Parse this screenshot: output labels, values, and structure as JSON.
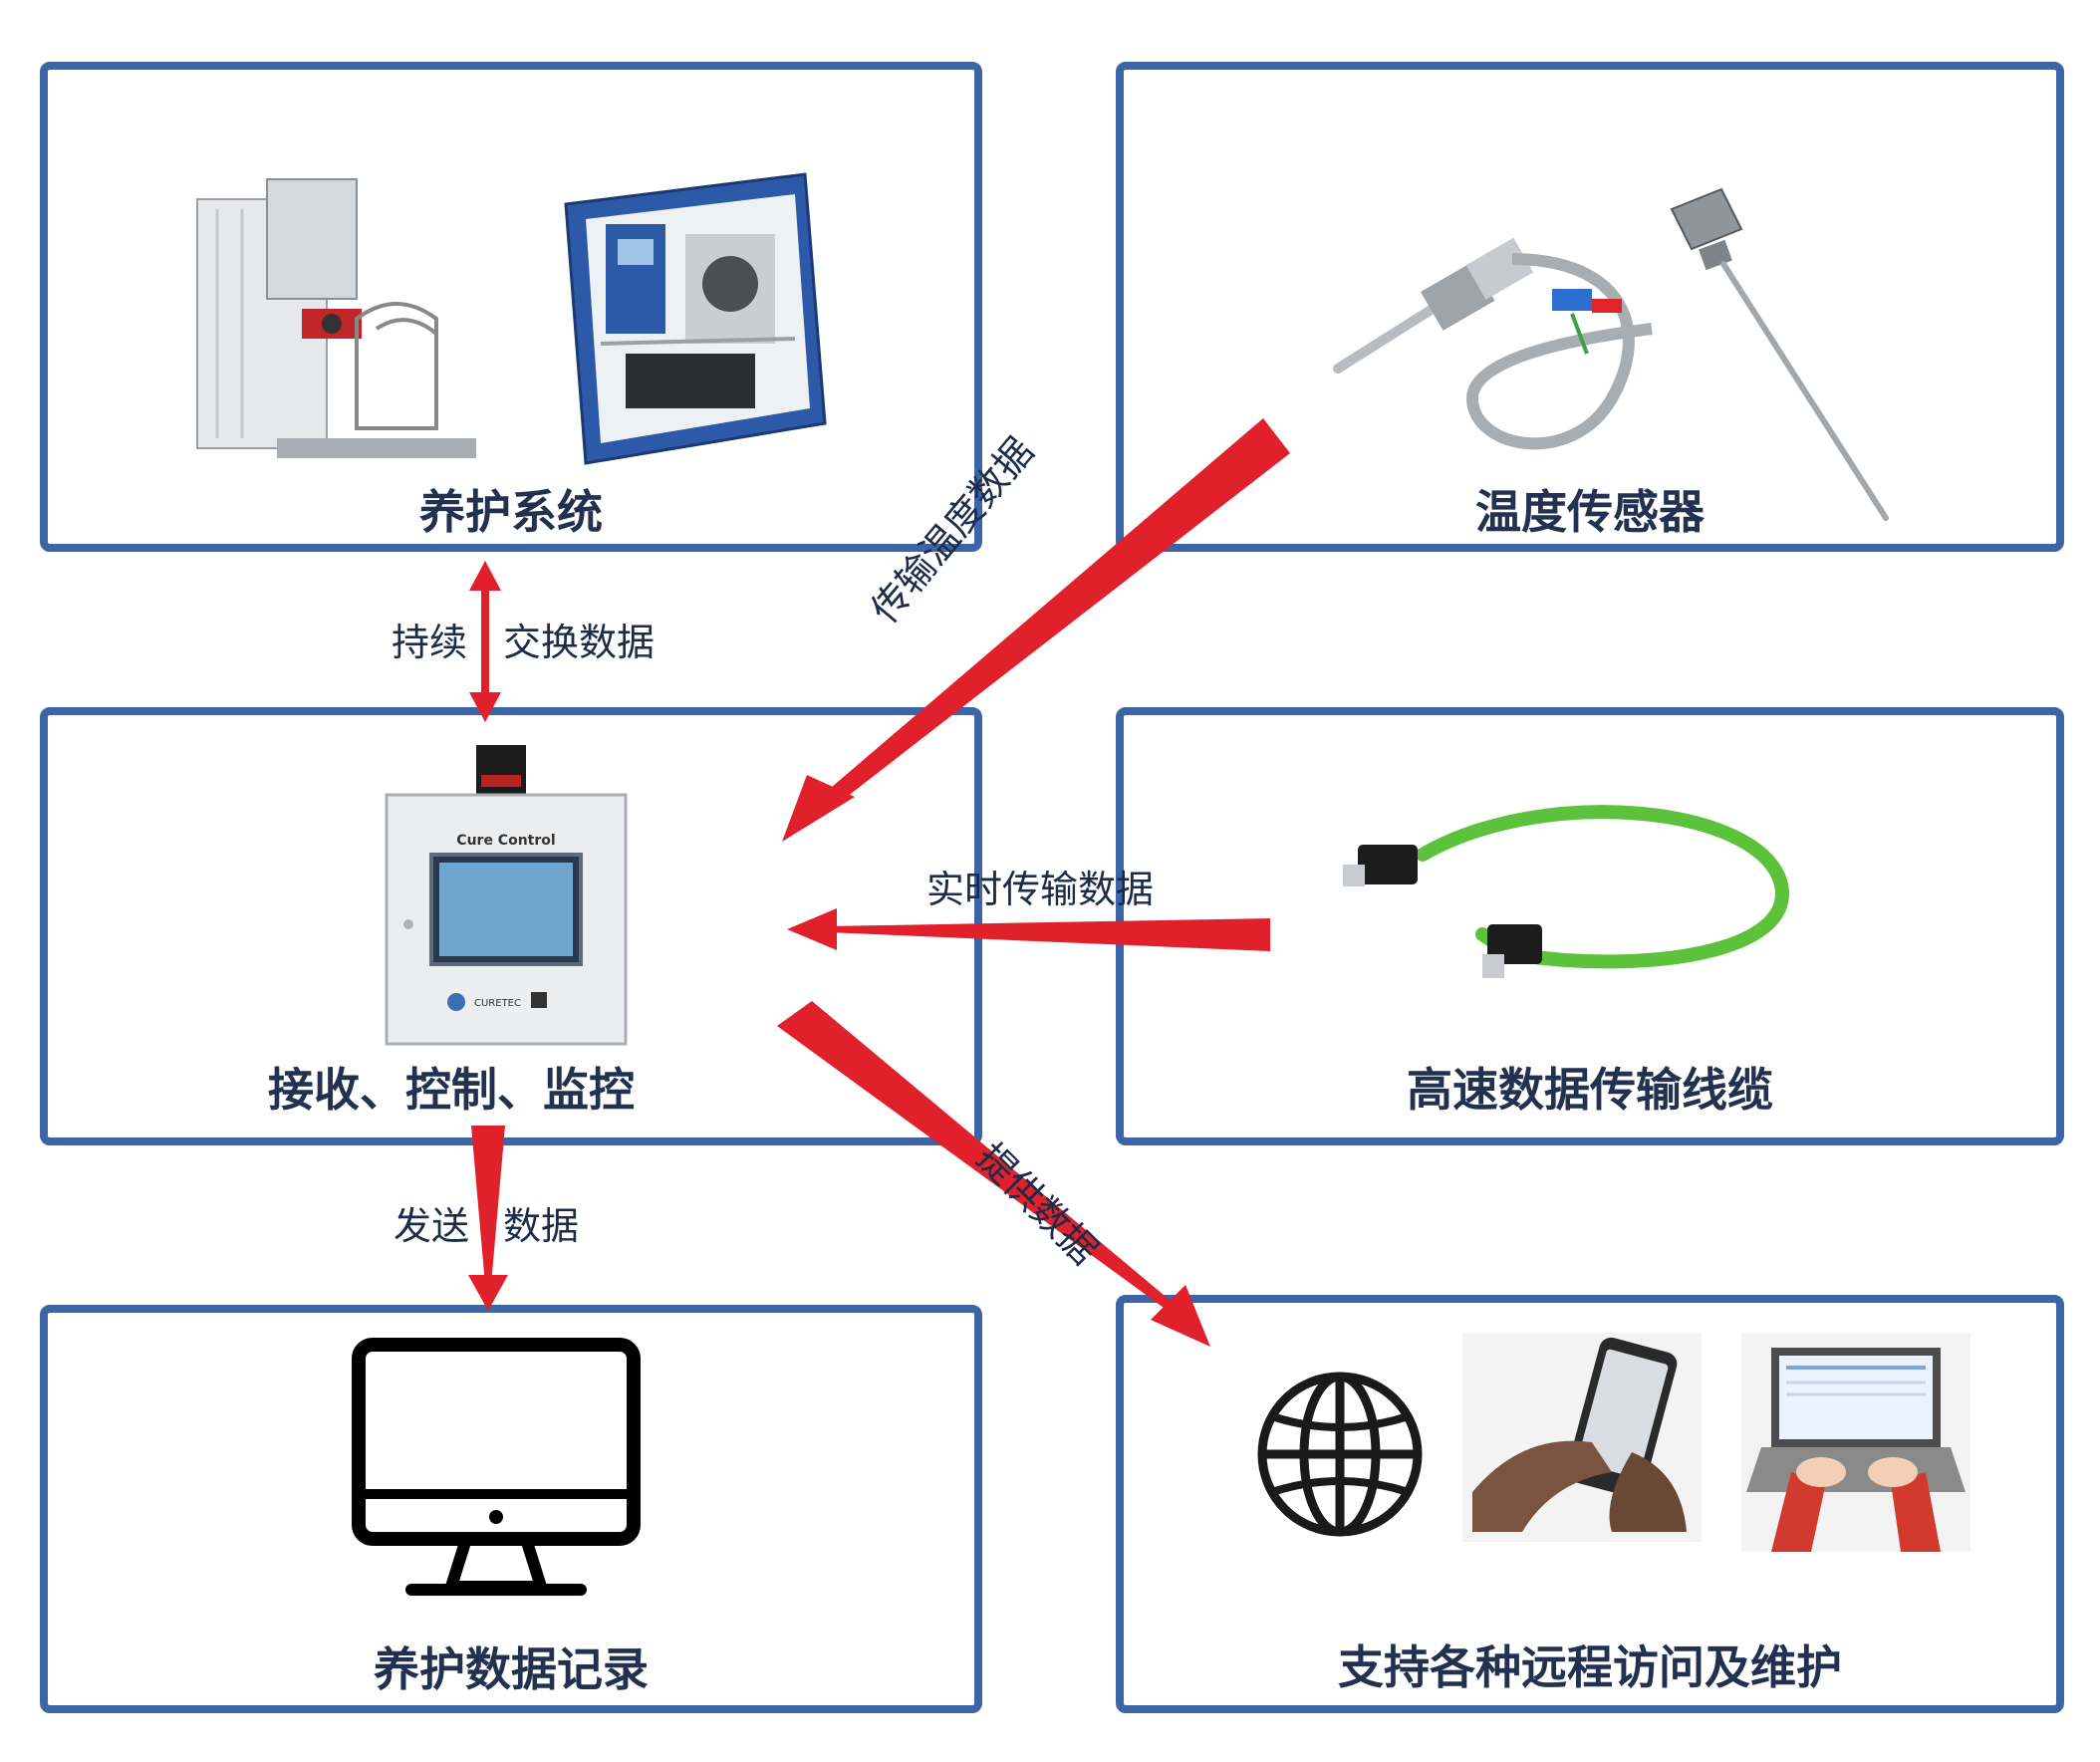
{
  "boxes": {
    "curing_system": {
      "title": "养护系统"
    },
    "temp_sensor": {
      "title": "温度传感器"
    },
    "controller": {
      "title": "接收、控制、监控",
      "device_label": "Cure Control",
      "brand": "CURETEC"
    },
    "cable": {
      "title": "高速数据传输线缆"
    },
    "data_record": {
      "title": "养护数据记录"
    },
    "remote": {
      "title": "支持各种远程访问及维护"
    }
  },
  "flows": {
    "exchange": {
      "label_a": "持续",
      "label_b": "交换数据"
    },
    "temp_data": {
      "label": "传输温度数据"
    },
    "realtime": {
      "label": "实时传输数据"
    },
    "provide": {
      "label": "提供数据"
    },
    "send": {
      "label_a": "发送",
      "label_b": "数据"
    }
  },
  "colors": {
    "border": "#3d64a6",
    "arrow": "#e0202a",
    "title": "#22314f",
    "cable": "#5cc23c"
  }
}
